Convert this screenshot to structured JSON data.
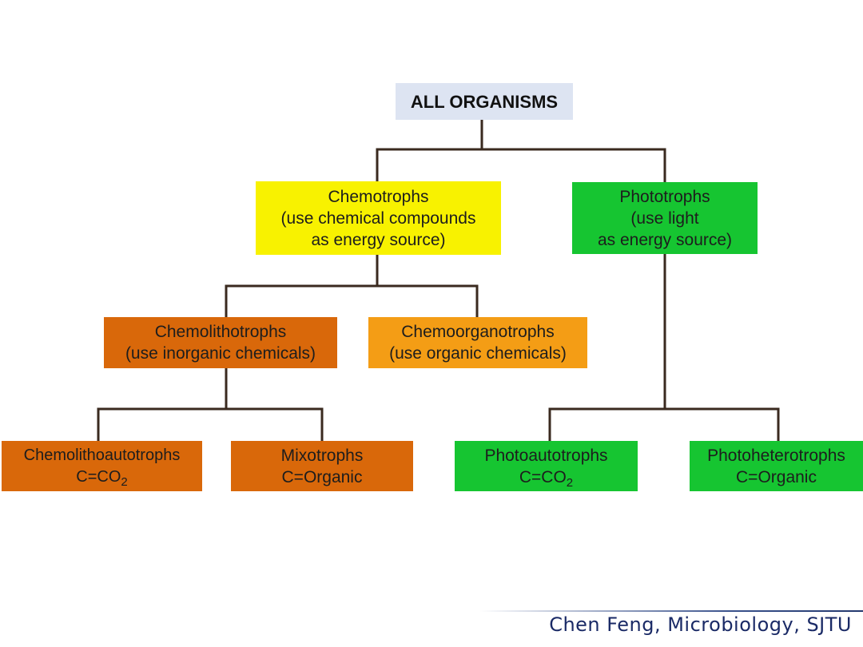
{
  "diagram": {
    "root": {
      "label": "ALL ORGANISMS"
    },
    "chemotrophs": {
      "lines": [
        "Chemotrophs",
        "(use chemical compounds",
        "as energy source)"
      ],
      "color": "#f8f200"
    },
    "phototrophs": {
      "lines": [
        "Phototrophs",
        "(use light",
        "as energy source)"
      ],
      "color": "#16c531"
    },
    "chemolithotrophs": {
      "lines": [
        "Chemolithotrophs",
        "(use inorganic chemicals)"
      ],
      "color": "#d9680a"
    },
    "chemoorganotrophs": {
      "lines": [
        "Chemoorganotrophs",
        "(use organic chemicals)"
      ],
      "color": "#f49d15"
    },
    "chemolithoautotrophs": {
      "name": "Chemolithoautotrophs",
      "formula_prefix": "C=CO",
      "formula_sub": "2",
      "color": "#d9680a"
    },
    "mixotrophs": {
      "name": "Mixotrophs",
      "formula": "C=Organic",
      "color": "#d9680a"
    },
    "photoautotrophs": {
      "name": "Photoautotrophs",
      "formula_prefix": "C=CO",
      "formula_sub": "2",
      "color": "#16c531"
    },
    "photoheterotrophs": {
      "name": "Photoheterotrophs",
      "formula": "C=Organic",
      "color": "#16c531"
    },
    "connector_color": "#3a2a1f"
  },
  "footer": {
    "credit": "Chen Feng, Microbiology, SJTU"
  }
}
